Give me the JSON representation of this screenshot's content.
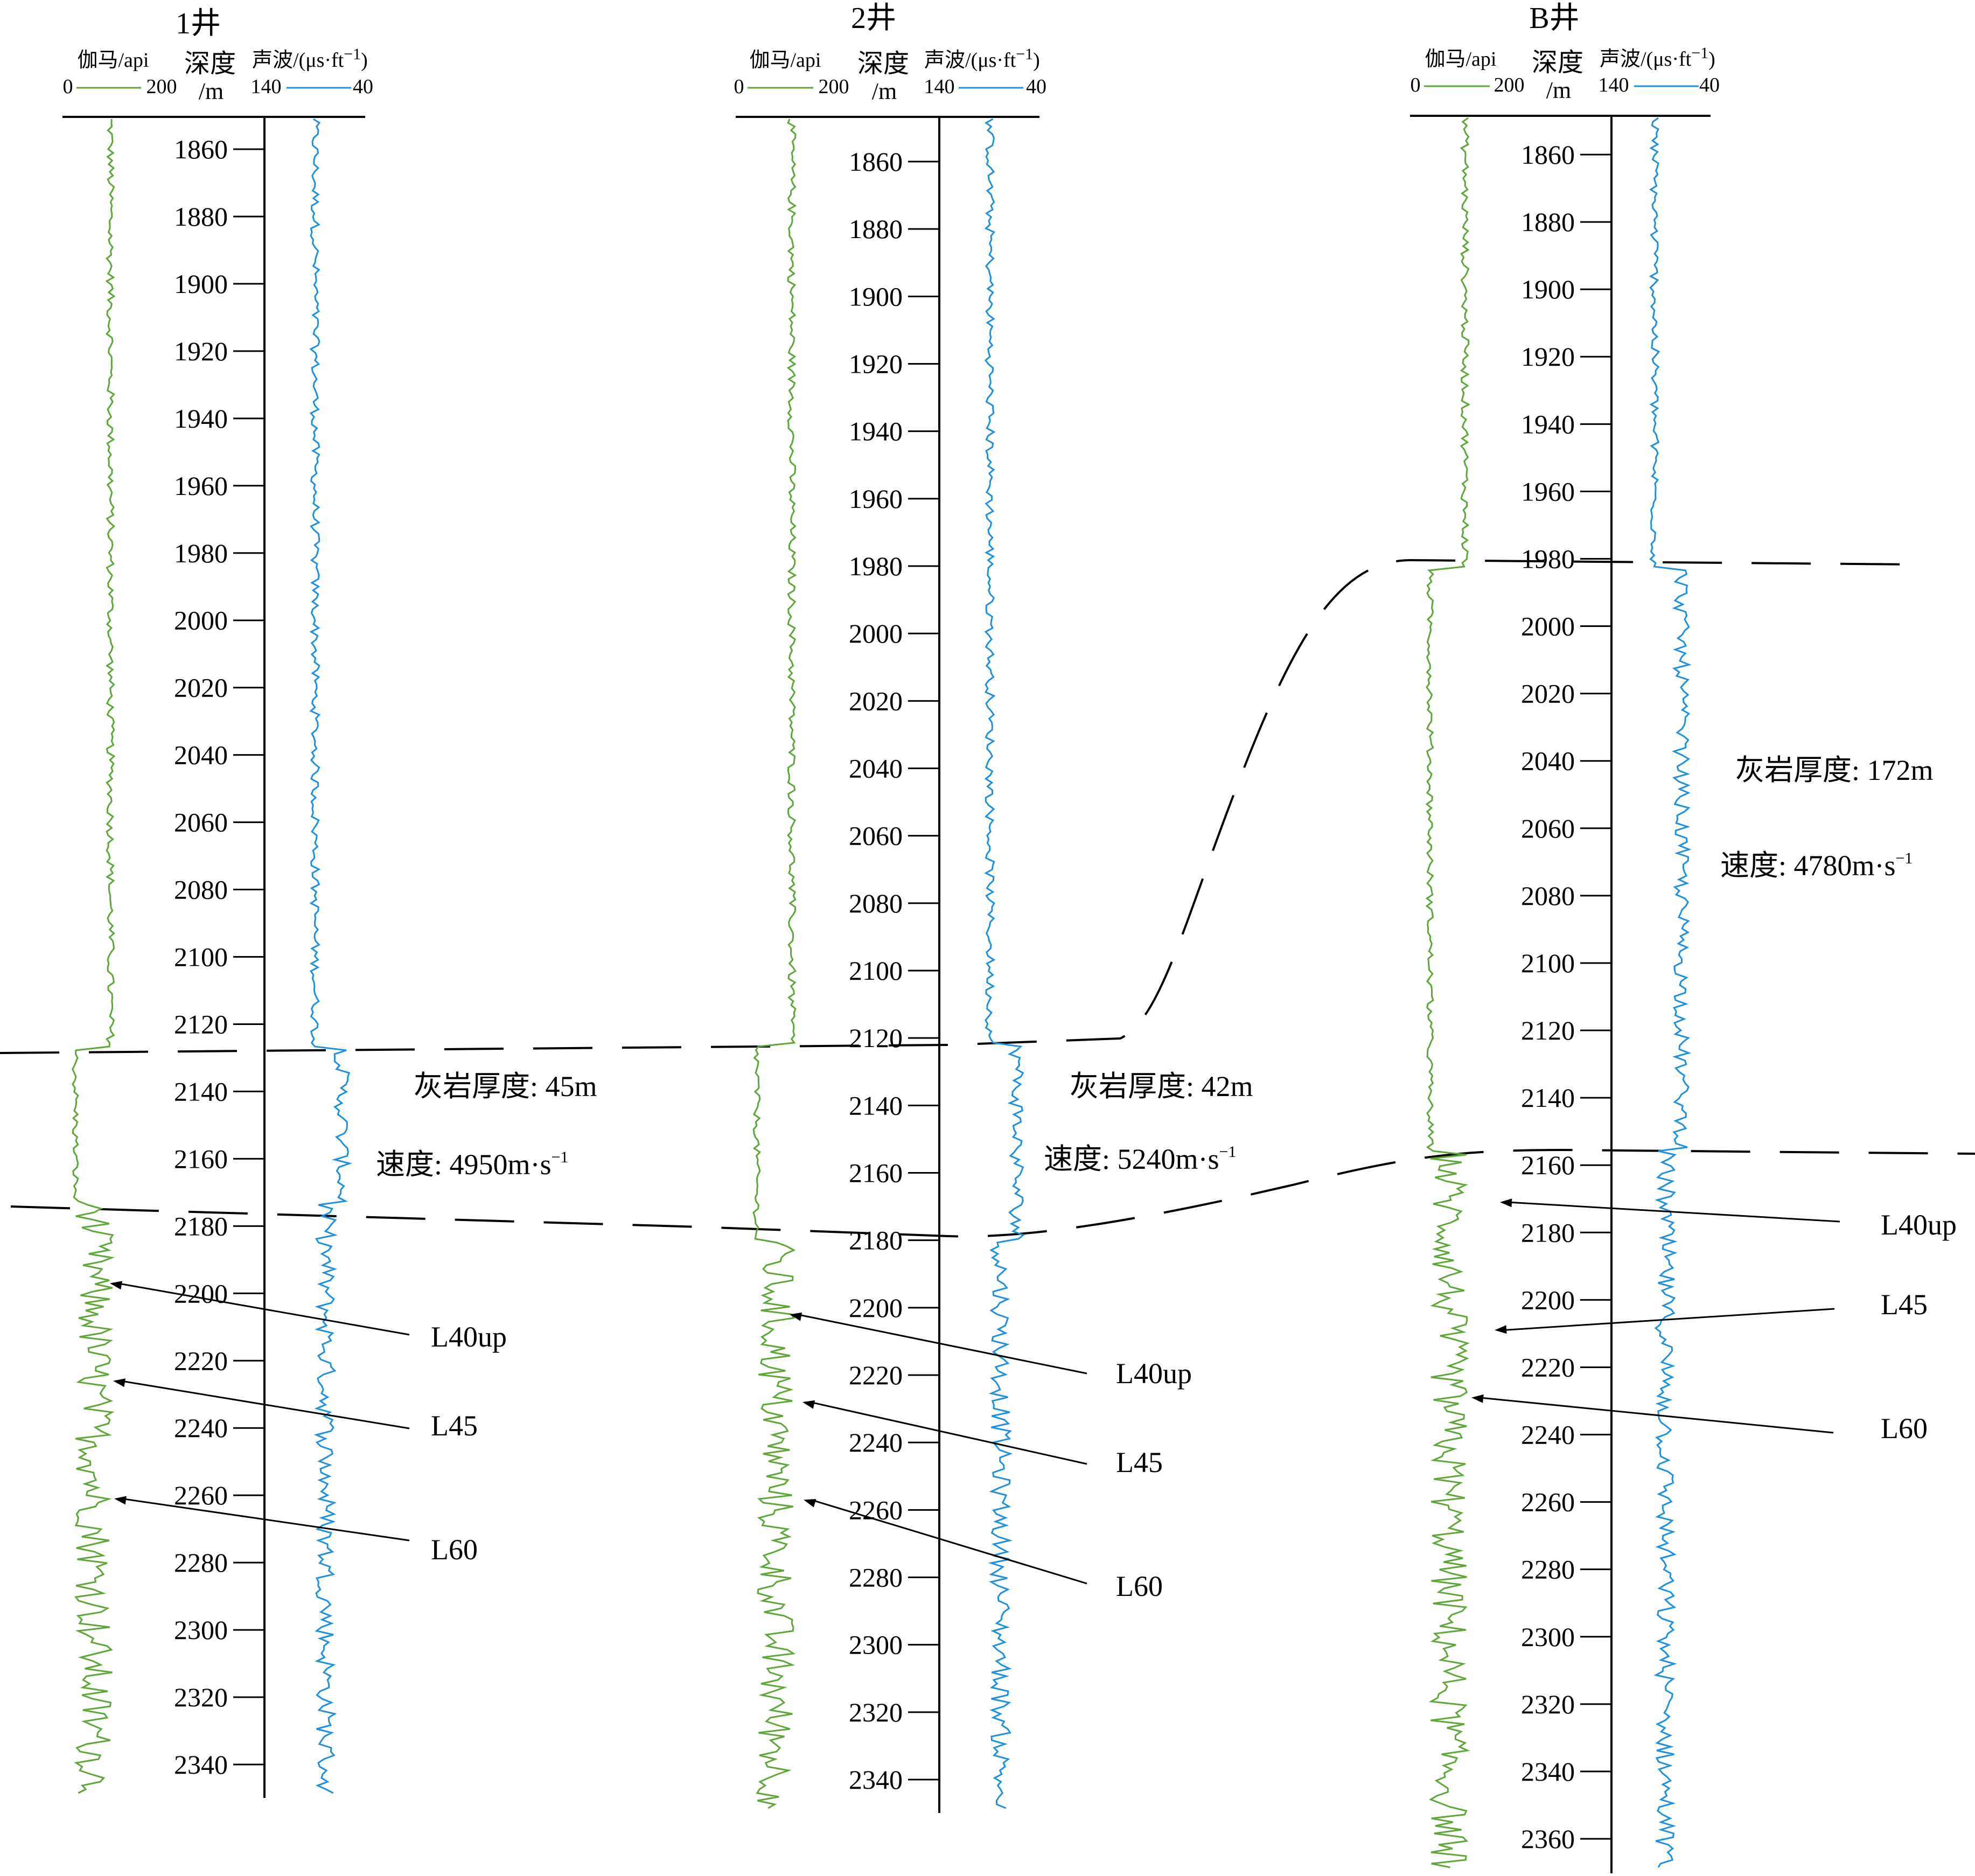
{
  "header": {
    "gamma_label": "伽马/api",
    "gamma_min": "0",
    "gamma_max": "200",
    "depth_label_1": "深度",
    "depth_label_2": "/m",
    "sonic_label": "声波/(μs·ft",
    "sonic_sup": "−1",
    "sonic_close": ")",
    "sonic_min": "140",
    "sonic_max": "40"
  },
  "colors": {
    "gamma": "#5fa63a",
    "sonic": "#1f8fe0",
    "line": "#000000"
  },
  "wells": [
    {
      "title": "1井",
      "depth_ticks": [
        1860,
        1880,
        1900,
        1920,
        1940,
        1960,
        1980,
        2000,
        2020,
        2040,
        2060,
        2080,
        2100,
        2120,
        2140,
        2160,
        2180,
        2200,
        2220,
        2240,
        2260,
        2280,
        2300,
        2320,
        2340
      ],
      "depth_range": [
        1850,
        2350
      ],
      "limestone_top": 2127,
      "limestone_base": 2173,
      "thickness_text": "灰岩厚度: 45m",
      "velocity_text": "速度: 4950m·s",
      "velocity_sup": "−1",
      "markers": [
        {
          "label": "L40up",
          "depth": 2197
        },
        {
          "label": "L45",
          "depth": 2226
        },
        {
          "label": "L60",
          "depth": 2261
        }
      ]
    },
    {
      "title": "2井",
      "depth_ticks": [
        1860,
        1880,
        1900,
        1920,
        1940,
        1960,
        1980,
        2000,
        2020,
        2040,
        2060,
        2080,
        2100,
        2120,
        2140,
        2160,
        2180,
        2200,
        2220,
        2240,
        2260,
        2280,
        2300,
        2320,
        2340
      ],
      "depth_range": [
        1850,
        2350
      ],
      "limestone_top": 2122,
      "limestone_base": 2180,
      "thickness_text": "灰岩厚度: 42m",
      "velocity_text": "速度: 5240m·s",
      "velocity_sup": "−1",
      "markers": [
        {
          "label": "L40up",
          "depth": 2202
        },
        {
          "label": "L45",
          "depth": 2228
        },
        {
          "label": "L60",
          "depth": 2257
        }
      ]
    },
    {
      "title": "B井",
      "depth_ticks": [
        1860,
        1880,
        1900,
        1920,
        1940,
        1960,
        1980,
        2000,
        2020,
        2040,
        2060,
        2080,
        2100,
        2120,
        2140,
        2160,
        2180,
        2200,
        2220,
        2240,
        2260,
        2280,
        2300,
        2320,
        2340,
        2360
      ],
      "depth_range": [
        1850,
        2370
      ],
      "limestone_top": 1983,
      "limestone_base": 2155,
      "thickness_text": "灰岩厚度: 172m",
      "velocity_text": "速度: 4780m·s",
      "velocity_sup": "−1",
      "markers": [
        {
          "label": "L40up",
          "depth": 2171
        },
        {
          "label": "L45",
          "depth": 2209
        },
        {
          "label": "L60",
          "depth": 2229
        }
      ]
    }
  ]
}
